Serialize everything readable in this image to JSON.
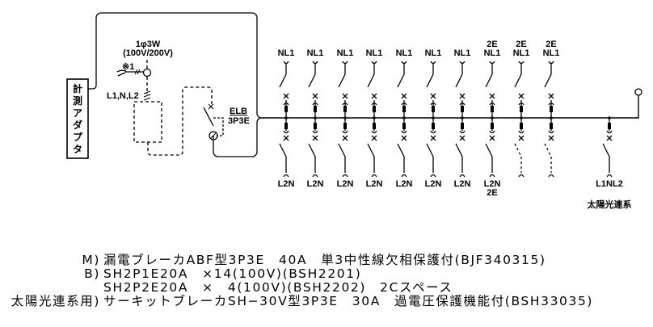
{
  "diagram": {
    "adapter_label": "計測アダプタ",
    "supply": {
      "line1": "1φ3W",
      "line2": "(100V/200V)",
      "note_mark": "※1",
      "phases": "L1,N,L2"
    },
    "main_breaker": {
      "line1": "ELB",
      "line2": "3P3E"
    },
    "circuits": [
      {
        "top": [
          "",
          "NL1"
        ],
        "bottom": [
          "L2N",
          ""
        ],
        "spare": false
      },
      {
        "top": [
          "",
          "NL1"
        ],
        "bottom": [
          "L2N",
          ""
        ],
        "spare": false
      },
      {
        "top": [
          "",
          "NL1"
        ],
        "bottom": [
          "L2N",
          ""
        ],
        "spare": false
      },
      {
        "top": [
          "",
          "NL1"
        ],
        "bottom": [
          "L2N",
          ""
        ],
        "spare": false
      },
      {
        "top": [
          "",
          "NL1"
        ],
        "bottom": [
          "L2N",
          ""
        ],
        "spare": false
      },
      {
        "top": [
          "",
          "NL1"
        ],
        "bottom": [
          "L2N",
          ""
        ],
        "spare": false
      },
      {
        "top": [
          "",
          "NL1"
        ],
        "bottom": [
          "L2N",
          ""
        ],
        "spare": false
      },
      {
        "top": [
          "2E",
          "NL1"
        ],
        "bottom": [
          "L2N",
          "2E"
        ],
        "spare": false
      },
      {
        "top": [
          "2E",
          "NL1"
        ],
        "bottom": [
          "",
          ""
        ],
        "spare": true
      },
      {
        "top": [
          "2E",
          "NL1"
        ],
        "bottom": [
          "",
          ""
        ],
        "spare": true
      }
    ],
    "solar_circuit": {
      "label": "L1NL2",
      "caption": "太陽光連系"
    }
  },
  "notes": [
    {
      "prefix": "M)",
      "text": "漏電ブレーカABF型3P3E　40A　単3中性線欠相保護付(BJF340315)"
    },
    {
      "prefix": "B)",
      "text": "SH2P1E20A　×14(100V)(BSH2201)"
    },
    {
      "prefix": "",
      "text": "SH2P2E20A　×　4(100V)(BSH2202)　2Cスペース"
    },
    {
      "prefix": "太陽光連系用)",
      "text": "サーキットブレーカSH−30V型3P3E　30A　過電圧保護機能付(BSH33035)"
    }
  ]
}
